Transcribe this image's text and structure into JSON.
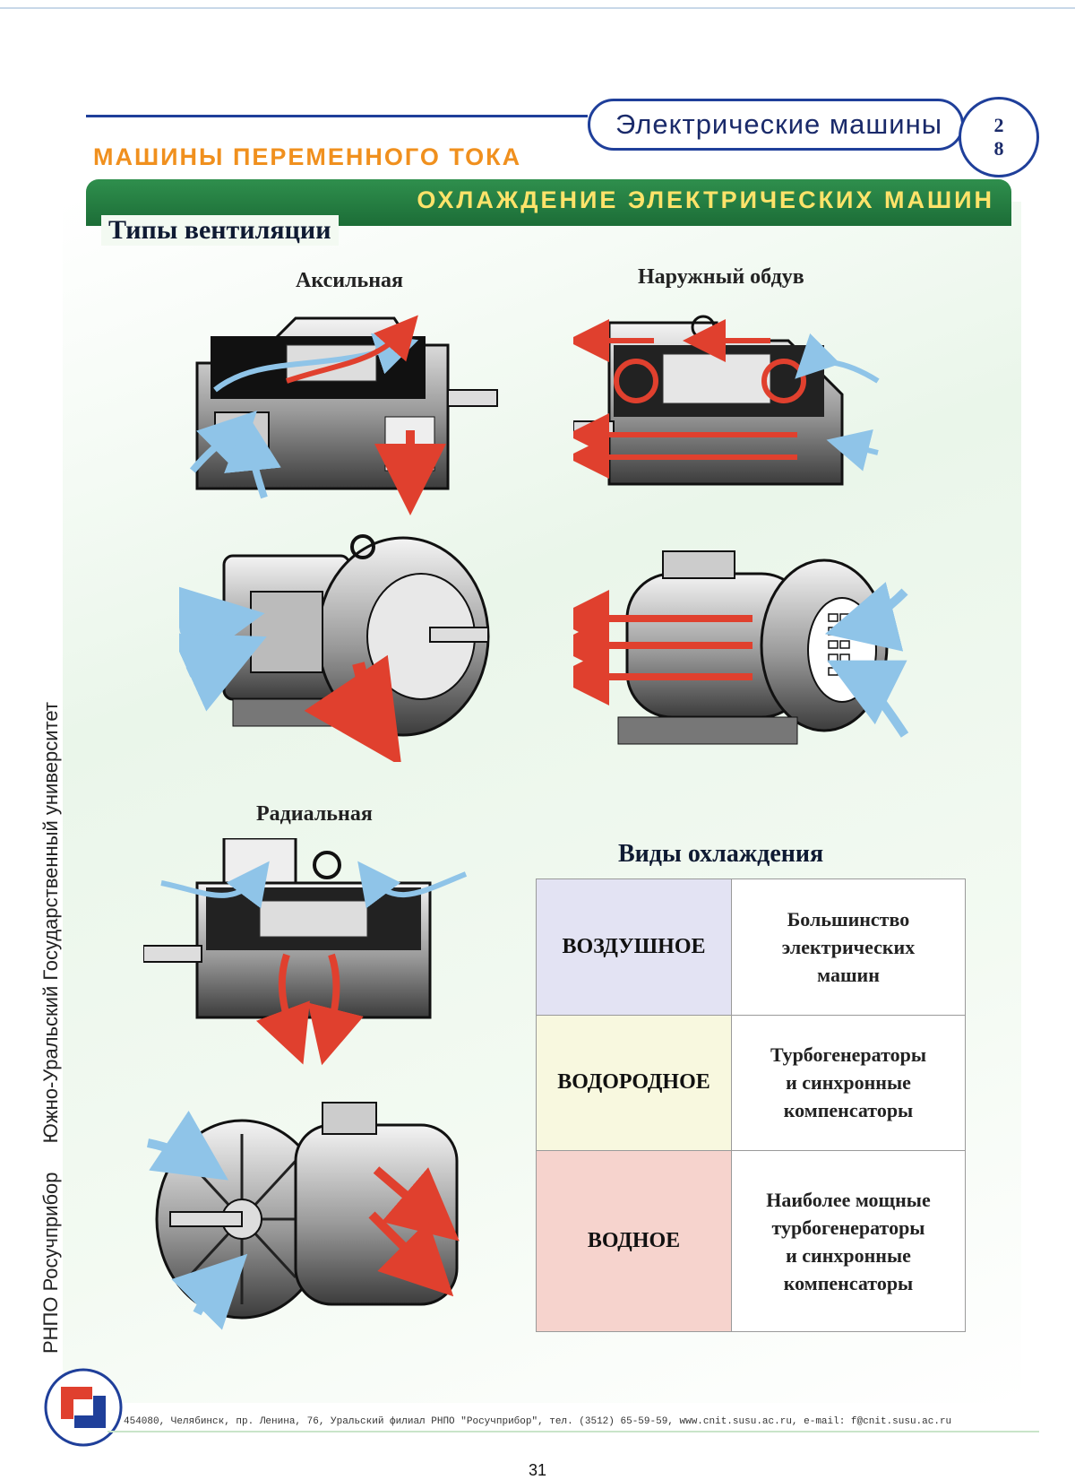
{
  "header": {
    "series_title": "Электрические машины",
    "number_top": "2",
    "number_bottom": "8",
    "section_label": "МАШИНЫ ПЕРЕМЕННОГО ТОКА",
    "banner_title": "ОХЛАЖДЕНИЕ ЭЛЕКТРИЧЕСКИХ МАШИН"
  },
  "ventilation": {
    "title": "Типы вентиляции",
    "axial_caption": "Аксильная",
    "external_caption": "Наружный обдув",
    "radial_caption": "Радиальная"
  },
  "cooling": {
    "title": "Виды охлаждения",
    "rows": [
      {
        "type": "ВОЗДУШНОЕ",
        "desc": [
          "Большинство",
          "электрических",
          "машин"
        ],
        "color": "#e3e3f3"
      },
      {
        "type": "ВОДОРОДНОЕ",
        "desc": [
          "Турбогенераторы",
          "и синхронные",
          "компенсаторы"
        ],
        "color": "#f8f8df"
      },
      {
        "type": "ВОДНОЕ",
        "desc": [
          "Наиболее мощные",
          "турбогенераторы",
          "и синхронные",
          "компенсаторы"
        ],
        "color": "#f6d3cd"
      }
    ]
  },
  "side": {
    "org1": "РНПО Росучприбор",
    "org2": "Южно-Уральский Государственный университет"
  },
  "footer": {
    "text": "454080, Челябинск, пр. Ленина, 76, Уральский филиал РНПО \"Росучприбор\", тел. (3512) 65-59-59, www.cnit.susu.ac.ru,  e-mail: f@cnit.susu.ac.ru",
    "page_number": "31"
  },
  "colors": {
    "accent_blue": "#1f3f9a",
    "banner_green": "#1c6d37",
    "banner_text": "#ffe36a",
    "section_orange": "#f0901e",
    "arrow_red": "#e0402e",
    "arrow_blue": "#8fc4e8"
  }
}
